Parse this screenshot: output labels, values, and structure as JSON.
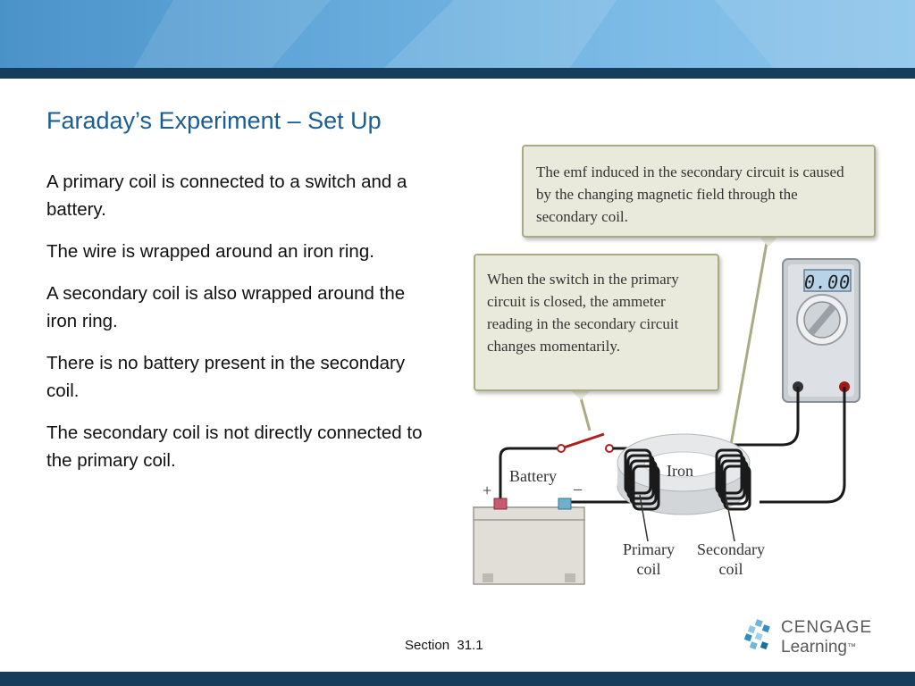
{
  "slide": {
    "title": "Faraday’s Experiment – Set Up",
    "bullets": [
      "A primary coil is connected to a switch and a battery.",
      "The wire is wrapped around an iron ring.",
      "A secondary coil is also wrapped around the iron ring.",
      "There is no battery present in the secondary coil.",
      "The secondary coil is not directly connected to the primary coil."
    ],
    "section": "Section  31.1"
  },
  "figure": {
    "callout_top": "The emf induced in the secondary circuit is caused by the changing magnetic field through the secondary coil.",
    "callout_left": "When the switch in the primary circuit is closed, the ammeter reading in the secondary circuit changes momentarily.",
    "meter_reading": "0.00",
    "battery_label": "Battery",
    "plus_sign": "+",
    "minus_sign": "–",
    "iron_label": "Iron",
    "primary_coil_label": "Primary\ncoil",
    "secondary_coil_label": "Secondary\ncoil"
  },
  "logo": {
    "wordmark": "CENGAGE",
    "subword": "Learning",
    "trademark": "™"
  },
  "colors": {
    "header_gradient_start": "#4a93c9",
    "header_gradient_end": "#8cc4ea",
    "rule": "#163e5c",
    "title": "#1b5e95",
    "callout_fill": "#eaeadc",
    "callout_border": "#a9ab85"
  }
}
